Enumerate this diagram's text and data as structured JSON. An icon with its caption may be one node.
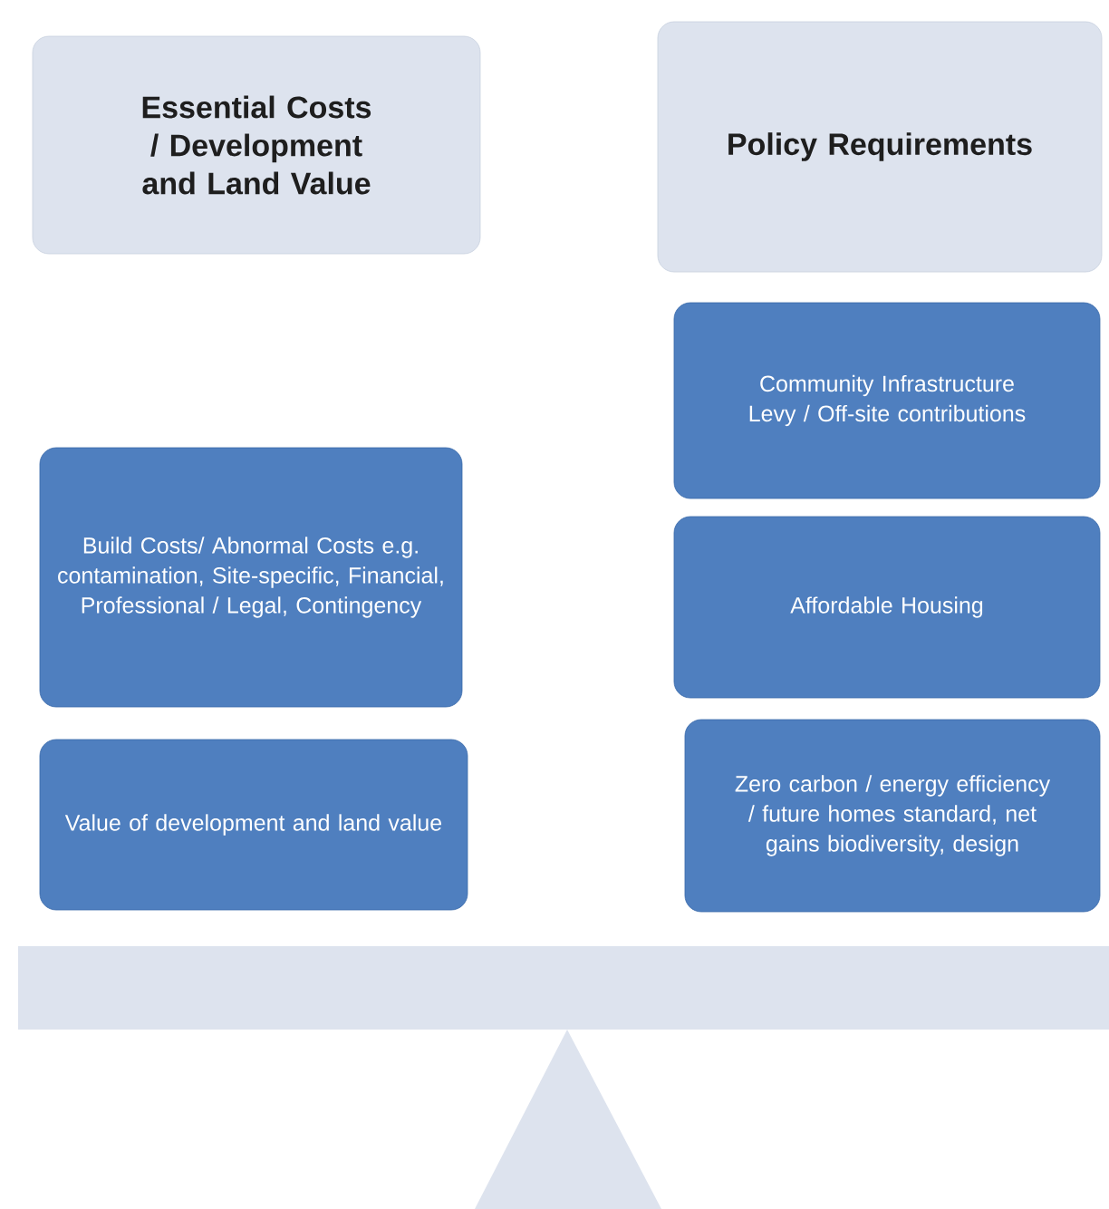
{
  "diagram": {
    "nodes": [
      {
        "text": [
          "Essential Costs / Development and Land Value"
        ]
      },
      {
        "text": [
          "Policy Requirements"
        ]
      },
      {
        "text": [
          "Community Infrastructure Levy / Off-site contributions"
        ]
      },
      {
        "text": [
          "Build Costs/ Abnormal Costs e.g. contamination, Site-specific, Financial, Professional / Legal, Contingency"
        ]
      },
      {
        "text": [
          "Affordable Housing"
        ]
      },
      {
        "text": [
          "Value of development and land value"
        ]
      },
      {
        "text": [
          "Zero carbon / energy efficiency / future homes standard, net gains biodiversity, design"
        ]
      }
    ]
  }
}
